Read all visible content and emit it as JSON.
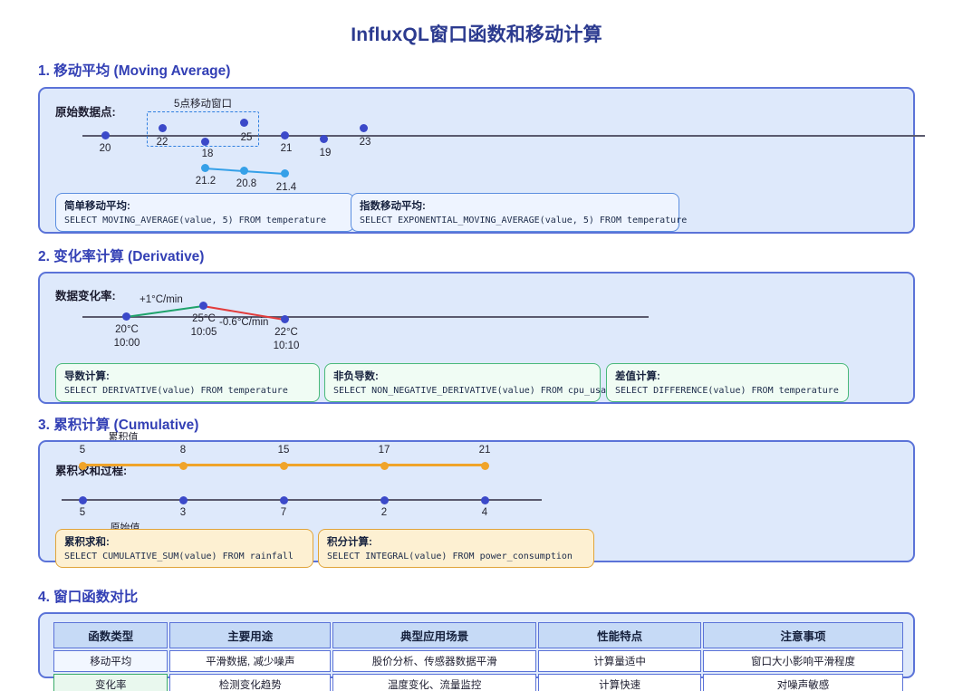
{
  "title": "InfluxQL窗口函数和移动计算",
  "colors": {
    "title": "#2b3a8f",
    "heading": "#3340b5",
    "panel_bg": "#dee9fb",
    "panel_border": "#5b73d8",
    "dot_blue": "#3b49c9",
    "dot_ma": "#35a0e8",
    "dot_cum": "#f0a42a",
    "line_up": "#1fa36b",
    "line_down": "#e23c3c",
    "axis": "#5a5a6e",
    "window_dash": "#2f7fe0",
    "code_blue_border": "#5b8ee0",
    "code_green_border": "#49b97a",
    "code_amber_border": "#e0a43a"
  },
  "sections": [
    {
      "heading": "1. 移动平均 (Moving Average)",
      "panel_label": "原始数据点:",
      "window_caption": "5点移动窗口",
      "chart_data": {
        "type": "scatter",
        "title": "原始数据点",
        "series": [
          {
            "name": "原始数据点",
            "x": [
              0,
              1,
              2,
              3,
              4,
              5,
              6
            ],
            "values": [
              20,
              22,
              18,
              25,
              21,
              19,
              23
            ],
            "labels": [
              "20",
              "22",
              "18",
              "25",
              "21",
              "19",
              "23"
            ]
          },
          {
            "name": "移动平均",
            "x": [
              2,
              3,
              4
            ],
            "values": [
              21.2,
              20.8,
              21.4
            ],
            "labels": [
              "21.2",
              "20.8",
              "21.4"
            ]
          }
        ],
        "window": {
          "caption": "5点移动窗口",
          "from_index": 1,
          "to_index": 3
        }
      },
      "codeboxes": [
        {
          "title": "简单移动平均:",
          "code": "SELECT MOVING_AVERAGE(value, 5) FROM temperature",
          "style": "blue"
        },
        {
          "title": "指数移动平均:",
          "code": "SELECT EXPONENTIAL_MOVING_AVERAGE(value, 5) FROM temperature",
          "style": "blue"
        }
      ]
    },
    {
      "heading": "2. 变化率计算 (Derivative)",
      "panel_label": "数据变化率:",
      "chart_data": {
        "type": "line",
        "title": "数据变化率",
        "categories": [
          "10:00",
          "10:05",
          "10:10"
        ],
        "values": [
          20,
          25,
          22
        ],
        "value_labels": [
          "20°C",
          "25°C",
          "22°C"
        ],
        "time_labels": [
          "10:00",
          "10:05",
          "10:10"
        ],
        "rates": [
          "+1°C/min",
          "-0.6°C/min"
        ],
        "ylabel": "°C"
      },
      "codeboxes": [
        {
          "title": "导数计算:",
          "code": "SELECT DERIVATIVE(value) FROM temperature",
          "style": "green"
        },
        {
          "title": "非负导数:",
          "code": "SELECT NON_NEGATIVE_DERIVATIVE(value) FROM cpu_usage",
          "style": "green"
        },
        {
          "title": "差值计算:",
          "code": "SELECT DIFFERENCE(value) FROM temperature",
          "style": "green"
        }
      ]
    },
    {
      "heading": "3. 累积计算 (Cumulative)",
      "panel_label": "累积求和过程:",
      "cumulative_caption": "累积值",
      "raw_caption": "原始值",
      "chart_data": {
        "type": "line",
        "title": "累积求和过程",
        "categories": [
          "1",
          "2",
          "3",
          "4",
          "5"
        ],
        "series": [
          {
            "name": "累积值",
            "values": [
              5,
              8,
              15,
              17,
              21
            ],
            "labels": [
              "5",
              "8",
              "15",
              "17",
              "21"
            ]
          },
          {
            "name": "原始值",
            "values": [
              5,
              3,
              7,
              2,
              4
            ],
            "labels": [
              "5",
              "3",
              "7",
              "2",
              "4"
            ]
          }
        ]
      },
      "codeboxes": [
        {
          "title": "累积求和:",
          "code": "SELECT CUMULATIVE_SUM(value) FROM rainfall",
          "style": "amber"
        },
        {
          "title": "积分计算:",
          "code": "SELECT INTEGRAL(value) FROM power_consumption",
          "style": "amber"
        }
      ]
    },
    {
      "heading": "4. 窗口函数对比"
    }
  ],
  "comparison_table": {
    "headers": [
      "函数类型",
      "主要用途",
      "典型应用场景",
      "性能特点",
      "注意事项"
    ],
    "rows": [
      {
        "key_style": "blue",
        "cells": [
          "移动平均",
          "平滑数据, 减少噪声",
          "股价分析、传感器数据平滑",
          "计算量适中",
          "窗口大小影响平滑程度"
        ]
      },
      {
        "key_style": "green",
        "cells": [
          "变化率",
          "检测变化趋势",
          "温度变化、流量监控",
          "计算快速",
          "对噪声敏感"
        ]
      }
    ]
  }
}
